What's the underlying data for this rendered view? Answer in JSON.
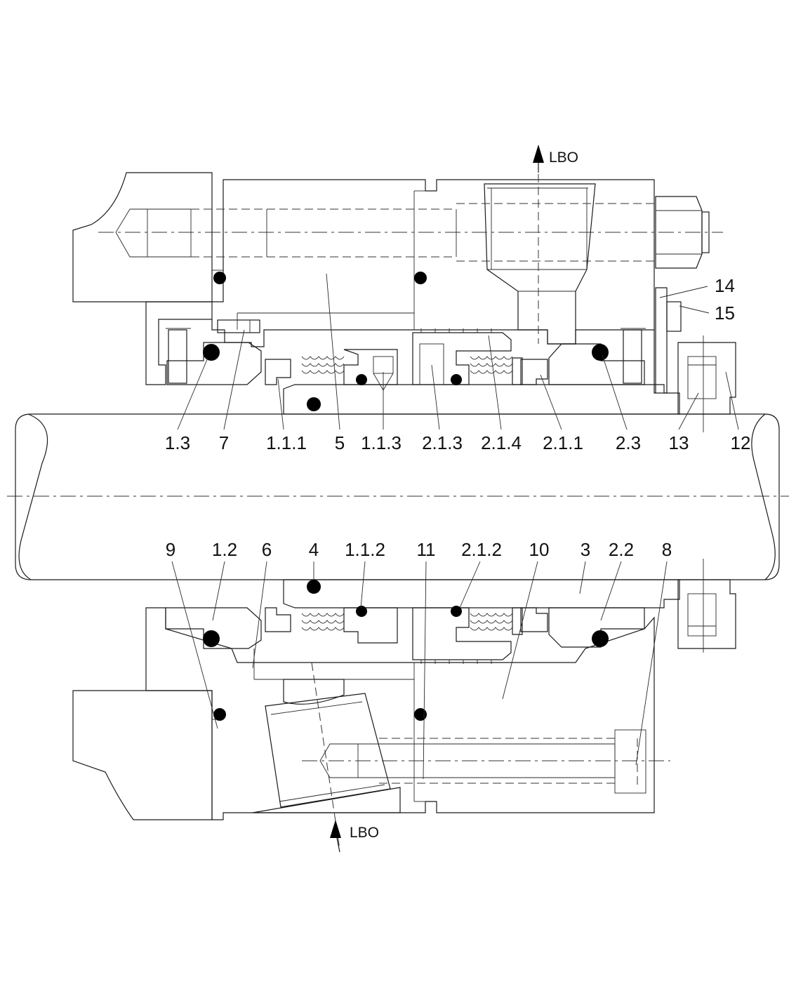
{
  "colors": {
    "housing": "#cfe6dd",
    "shaft": "#a6d8f2",
    "seal_face": "#1ea9e6",
    "rotating_parts": "#d6e2b2",
    "seat_ring": "#b3cc2d",
    "o_ring": "#000000",
    "line": "#1a1a1a"
  },
  "flow_labels": {
    "top": "LBO",
    "bottom": "LBO"
  },
  "top_labels": [
    "1.3",
    "7",
    "1.1.1",
    "5",
    "1.1.3",
    "2.1.3",
    "2.1.4",
    "2.1.1",
    "2.3",
    "13",
    "12"
  ],
  "bottom_labels": [
    "9",
    "1.2",
    "6",
    "4",
    "1.1.2",
    "11",
    "2.1.2",
    "10",
    "3",
    "2.2",
    "8"
  ],
  "right_labels": [
    "14",
    "15"
  ]
}
